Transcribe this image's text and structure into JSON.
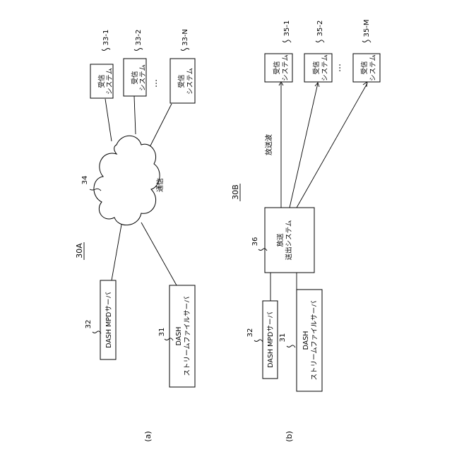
{
  "panel_a": {
    "label": "(a)",
    "system_ref": "30A",
    "cloud_ref": "34",
    "comm_label": "通信",
    "mpd_server": {
      "ref": "32",
      "label": "DASH MPDサーバ"
    },
    "file_server": {
      "ref": "31",
      "label_line1": "DASH",
      "label_line2": "ストリームファイルサーバ"
    },
    "receivers": [
      {
        "ref": "33-1",
        "line1": "受信",
        "line2": "システム"
      },
      {
        "ref": "33-2",
        "line1": "受信",
        "line2": "システム"
      },
      {
        "ref": "33-N",
        "line1": "受信",
        "line2": "システム"
      }
    ],
    "ellipsis": "…"
  },
  "panel_b": {
    "label": "(b)",
    "system_ref": "30B",
    "broadcast_label": "放送波",
    "broadcaster": {
      "ref": "36",
      "line1": "放送",
      "line2": "送出システム"
    },
    "mpd_server": {
      "ref": "32",
      "label": "DASH MPDサーバ"
    },
    "file_server": {
      "ref": "31",
      "label_line1": "DASH",
      "label_line2": "ストリームファイルサーバ"
    },
    "receivers": [
      {
        "ref": "35-1",
        "line1": "受信",
        "line2": "システム"
      },
      {
        "ref": "35-2",
        "line1": "受信",
        "line2": "システム"
      },
      {
        "ref": "35-M",
        "line1": "受信",
        "line2": "システム"
      }
    ],
    "ellipsis": "…"
  }
}
